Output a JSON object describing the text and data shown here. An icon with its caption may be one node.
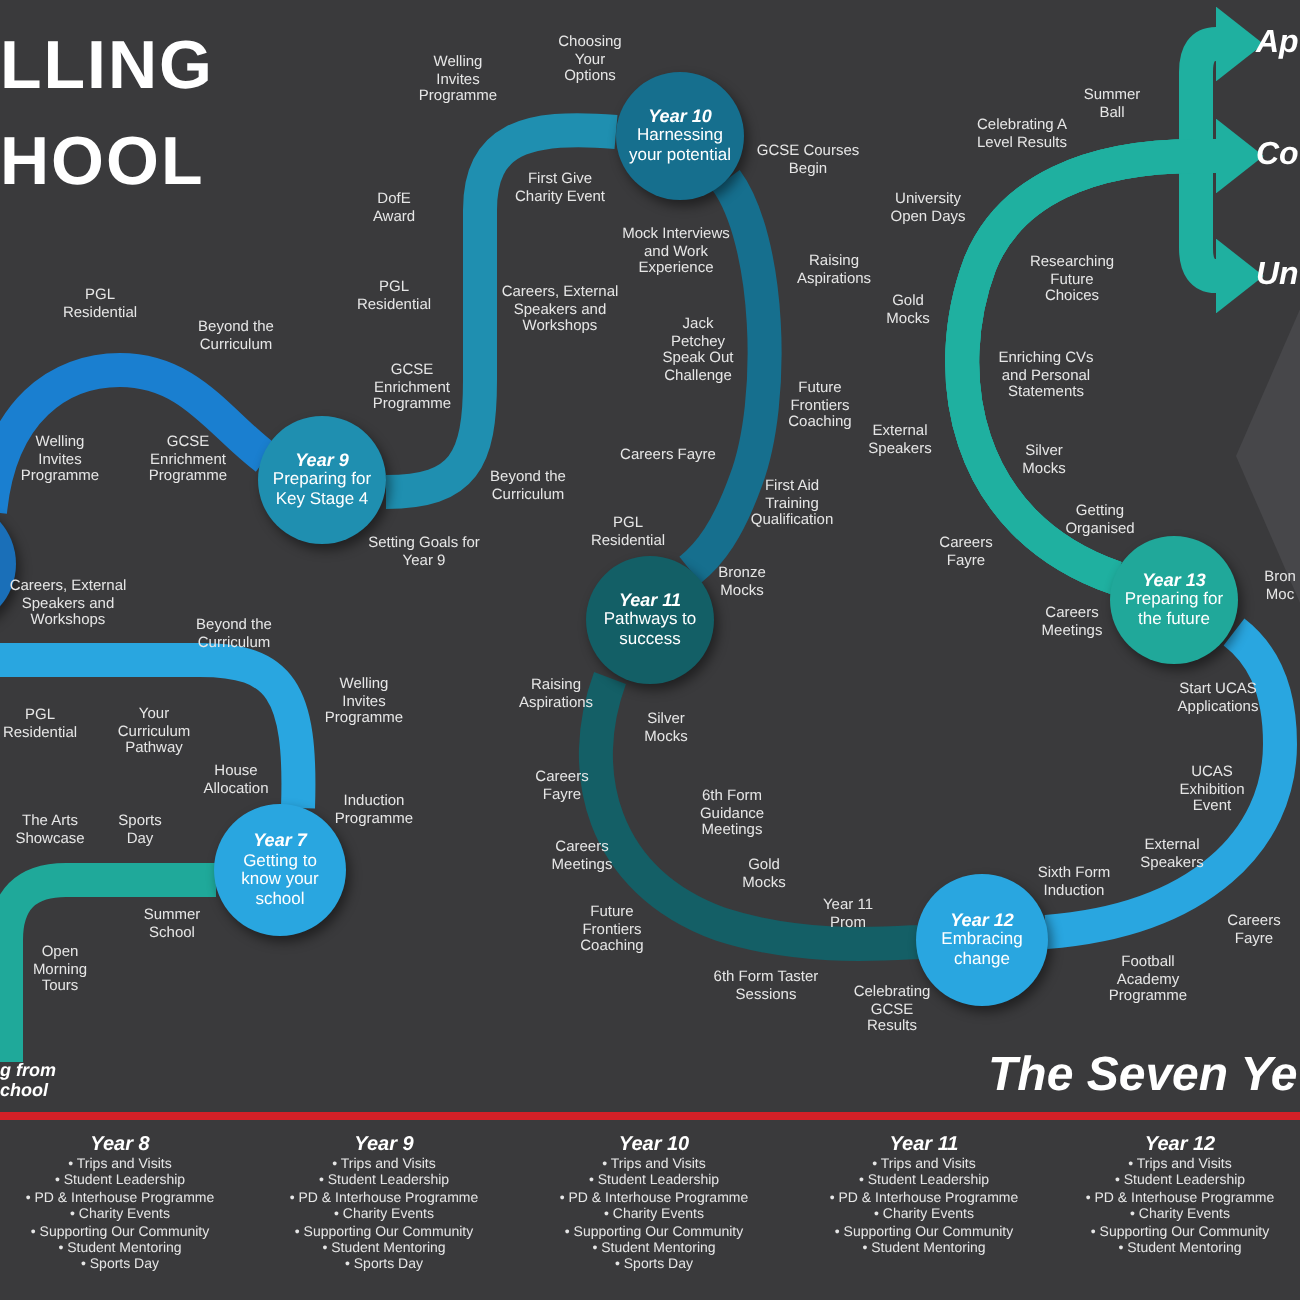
{
  "diagram": {
    "title": "The Seven Ye",
    "nodes": [
      {
        "text": [
          "g from chool"
        ]
      },
      {
        "text": [
          "Year 7",
          "Getting to know your school"
        ]
      },
      {
        "text": [],
        "shape": "circle"
      },
      {
        "text": [
          "Year 9",
          "Preparing for Key Stage 4"
        ]
      },
      {
        "text": [
          "Year 10",
          "Harnessing your potential"
        ]
      },
      {
        "text": [
          "Year 11",
          "Pathways to success"
        ]
      },
      {
        "text": [
          "Year 12",
          "Embracing change"
        ]
      },
      {
        "text": [
          "Year 13",
          "Preparing for the future"
        ]
      },
      {
        "text": [
          "Ap"
        ]
      },
      {
        "text": [
          "Co"
        ]
      },
      {
        "text": [
          "Un"
        ]
      }
    ],
    "edges": [
      {
        "from": 0,
        "to": 1,
        "arrow": "none",
        "color": "#1fa99a"
      },
      {
        "from": 1,
        "to": 2,
        "arrow": "none",
        "color": "#29a6e0"
      },
      {
        "from": 2,
        "to": 3,
        "arrow": "none",
        "color": "#1a7fd0"
      },
      {
        "from": 3,
        "to": 4,
        "arrow": "none",
        "color": "#1f8fb0"
      },
      {
        "from": 4,
        "to": 5,
        "arrow": "none",
        "color": "#166f8e"
      },
      {
        "from": 5,
        "to": 6,
        "arrow": "none",
        "color": "#145f66"
      },
      {
        "from": 6,
        "to": 7,
        "arrow": "none",
        "color": "#29a6e0"
      },
      {
        "from": 7,
        "to": 9,
        "arrow": "to",
        "color": "#1fb0a0"
      },
      {
        "from": 7,
        "to": 8,
        "arrow": "to",
        "color": "#1fb0a0"
      },
      {
        "from": 7,
        "to": 10,
        "arrow": "to",
        "color": "#1fb0a0"
      }
    ],
    "labels": [
      "LLING",
      "HOOL",
      "Choosing Your Options",
      "Welling Invites Programme",
      "First Give Charity Event",
      "DofE Award",
      "Mock Interviews and Work Experience",
      "PGL Residential",
      "PGL Residential",
      "Careers, External Speakers and Workshops",
      "Beyond the Curriculum",
      "GCSE Enrichment Programme",
      "Welling Invites Programme",
      "GCSE Enrichment Programme",
      "Beyond the Curriculum",
      "Setting Goals for Year 9",
      "GCSE Courses Begin",
      "Summer Ball",
      "Celebrating A Level Results",
      "University Open Days",
      "Raising Aspirations",
      "Researching Future Choices",
      "Jack Petchey Speak Out Challenge",
      "Gold Mocks",
      "Enriching CVs and Personal Statements",
      "Future Frontiers Coaching",
      "External Speakers",
      "Careers Fayre",
      "Silver Mocks",
      "PGL Residential",
      "First Aid Training Qualification",
      "Getting Organised",
      "Careers Fayre",
      "Bronze Mocks",
      "Careers Meetings",
      "Bron Moc",
      "Careers, External Speakers and Workshops",
      "Beyond the Curriculum",
      "Welling Invites Programme",
      "PGL Residential",
      "Your Curriculum Pathway",
      "Raising Aspirations",
      "Silver Mocks",
      "Start UCAS Applications",
      "House Allocation",
      "Careers Fayre",
      "Induction Programme",
      "UCAS Exhibition Event",
      "The Arts Showcase",
      "Sports Day",
      "6th Form Guidance Meetings",
      "Careers Meetings",
      "External Speakers",
      "Gold Mocks",
      "Sixth Form Induction",
      "Summer School",
      "Year 11 Prom",
      "Future Frontiers Coaching",
      "Careers Fayre",
      "Open Morning Tours",
      "Football Academy Programme",
      "6th Form Taster Sessions",
      "Celebrating GCSE Results",
      "Year 8",
      "• Trips and Visits",
      "• Student Leadership",
      "• PD & Interhouse Programme",
      "• Charity Events",
      "• Supporting Our Community",
      "• Student Mentoring",
      "• Sports Day",
      "Year 9",
      "• Trips and Visits",
      "• Student Leadership",
      "• PD & Interhouse Programme",
      "• Charity Events",
      "• Supporting Our Community",
      "• Student Mentoring",
      "• Sports Day",
      "Year 10",
      "• Trips and Visits",
      "• Student Leadership",
      "• PD & Interhouse Programme",
      "• Charity Events",
      "• Supporting Our Community",
      "• Student Mentoring",
      "• Sports Day",
      "Year 11",
      "• Trips and Visits",
      "• Student Leadership",
      "• PD & Interhouse Programme",
      "• Charity Events",
      "• Supporting Our Community",
      "• Student Mentoring",
      "Year 12",
      "• Trips and Visits",
      "• Student Leadership",
      "• PD & Interhouse Programme",
      "• Charity Events",
      "• Supporting Our Community",
      "• Student Mentoring"
    ]
  }
}
